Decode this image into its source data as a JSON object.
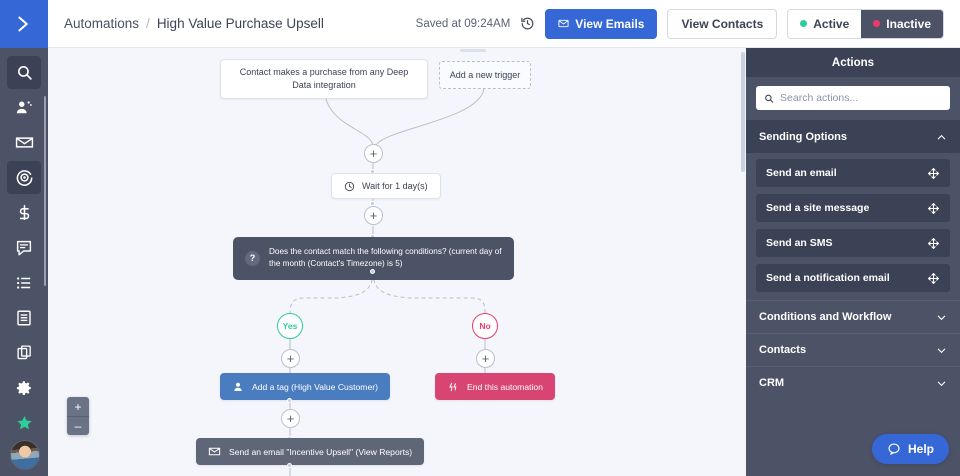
{
  "app": {
    "logo_icon": "chevron-double-right-logo"
  },
  "rail": {
    "items": [
      {
        "name": "search",
        "icon": "search-icon",
        "active": true
      },
      {
        "name": "contacts",
        "icon": "contacts-icon",
        "active": false
      },
      {
        "name": "campaigns",
        "icon": "envelope-icon",
        "active": false
      },
      {
        "name": "automations",
        "icon": "target-icon",
        "active": true
      },
      {
        "name": "deals",
        "icon": "dollar-icon",
        "active": false
      },
      {
        "name": "conversations",
        "icon": "chat-icon",
        "active": false
      },
      {
        "name": "lists",
        "icon": "list-icon",
        "active": false
      },
      {
        "name": "forms",
        "icon": "document-icon",
        "active": false
      },
      {
        "name": "pages",
        "icon": "copy-icon",
        "active": false
      },
      {
        "name": "settings",
        "icon": "gear-icon",
        "active": false
      },
      {
        "name": "favorites",
        "icon": "star-icon",
        "active": false
      }
    ]
  },
  "header": {
    "breadcrumb_root": "Automations",
    "breadcrumb_sep": "/",
    "breadcrumb_title": "High Value Purchase Upsell",
    "saved_text": "Saved at 09:24AM",
    "history_icon": "clock-history-icon",
    "view_emails_label": "View Emails",
    "view_emails_icon": "envelope-icon",
    "view_contacts_label": "View Contacts",
    "status_active_label": "Active",
    "status_inactive_label": "Inactive",
    "active_color": "#2ecc9b",
    "inactive_color": "#ee3a6a",
    "primary_color": "#3567d6"
  },
  "canvas": {
    "trigger_text": "Contact makes a purchase from any Deep Data integration",
    "add_trigger_text": "Add a new trigger",
    "plus_label": "+",
    "wait_node": {
      "label": "Wait for 1 day(s)",
      "icon": "clock-icon"
    },
    "condition_node": {
      "badge": "?",
      "text": "Does the contact match the following conditions? (current day of the month (Contact's Timezone) is 5)"
    },
    "branch_yes": "Yes",
    "branch_no": "No",
    "action_tag": {
      "label": "Add a tag (High Value Customer)",
      "icon": "user-tag-icon",
      "color": "#4a7cc0"
    },
    "action_end": {
      "label": "End this automation",
      "icon": "end-flow-icon",
      "color": "#d84572"
    },
    "action_email": {
      "label": "Send an email \"Incentive Upsell\" (View Reports)",
      "icon": "envelope-icon",
      "color": "#5e6678"
    },
    "zoom_in": "+",
    "zoom_out": "–"
  },
  "panel": {
    "title": "Actions",
    "search": {
      "placeholder": "Search actions...",
      "value": "",
      "icon": "search-icon"
    },
    "groups": [
      {
        "label": "Sending Options",
        "expanded": true,
        "chevron": "chevron-up-icon",
        "items": [
          {
            "label": "Send an email",
            "icon": "drag-move-icon"
          },
          {
            "label": "Send a site message",
            "icon": "drag-move-icon"
          },
          {
            "label": "Send an SMS",
            "icon": "drag-move-icon"
          },
          {
            "label": "Send a notification email",
            "icon": "drag-move-icon"
          }
        ]
      },
      {
        "label": "Conditions and Workflow",
        "expanded": false,
        "chevron": "chevron-down-icon",
        "items": []
      },
      {
        "label": "Contacts",
        "expanded": false,
        "chevron": "chevron-down-icon",
        "items": []
      },
      {
        "label": "CRM",
        "expanded": false,
        "chevron": "chevron-down-icon",
        "items": []
      }
    ],
    "help_label": "Help",
    "help_icon": "chat-bubble-icon"
  }
}
